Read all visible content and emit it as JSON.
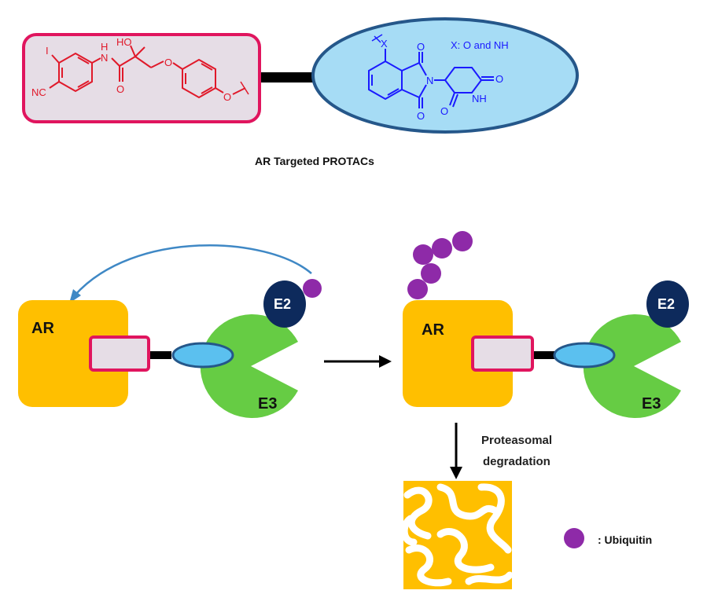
{
  "colors": {
    "ar": "#ffbf00",
    "e3": "#66cc44",
    "e2": "#0d2a5c",
    "ubiquitin": "#8e2aa8",
    "warhead_border": "#e0155e",
    "warhead_fill": "#e6dde6",
    "ligand_fill": "#a6dcf5",
    "ligand_border": "#25578a",
    "linker": "#000000",
    "chem_red": "#e0192a",
    "chem_blue": "#1a1aff",
    "arrow_curve": "#3f88c5"
  },
  "top": {
    "caption": "AR Targeted PROTACs",
    "warhead_atoms": {
      "i": "I",
      "nc": "NC",
      "nh": "N",
      "h": "H",
      "ho": "HO",
      "o_carbonyl": "O",
      "o_ether": "O",
      "o_link": "O"
    },
    "ligand_atoms": {
      "x": "X",
      "o_top": "O",
      "o_bottom": "O",
      "n": "N",
      "o_right": "O",
      "o_left": "O",
      "nh": "NH",
      "x_note": "X: O and NH"
    }
  },
  "scheme": {
    "left": {
      "ar_label": "AR",
      "e2_label": "E2",
      "e3_label": "E3"
    },
    "right": {
      "ar_label": "AR",
      "e2_label": "E2",
      "e3_label": "E3"
    },
    "step_label_line1": "Proteasomal",
    "step_label_line2": "degradation"
  },
  "legend": {
    "ubiquitin_label": ": Ubiquitin"
  }
}
